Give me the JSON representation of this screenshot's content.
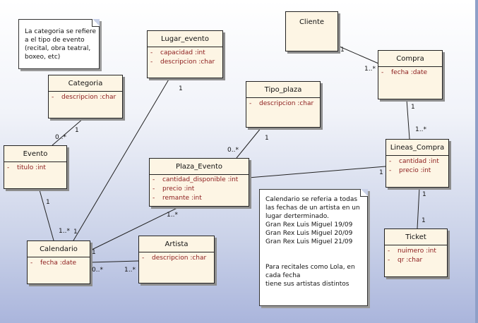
{
  "classes": {
    "cliente": {
      "name": "Cliente",
      "attributes": []
    },
    "compra": {
      "name": "Compra",
      "attributes": [
        {
          "vis": "-",
          "text": "fecha  :date"
        }
      ]
    },
    "lugar_evento": {
      "name": "Lugar_evento",
      "attributes": [
        {
          "vis": "-",
          "text": "capacidad  :int"
        },
        {
          "vis": "-",
          "text": "descripcion  :char"
        }
      ]
    },
    "categoria": {
      "name": "Categoria",
      "attributes": [
        {
          "vis": "-",
          "text": "descripcion  :char"
        }
      ]
    },
    "tipo_plaza": {
      "name": "Tipo_plaza",
      "attributes": [
        {
          "vis": "-",
          "text": "descripcion  :char"
        }
      ]
    },
    "evento": {
      "name": "Evento",
      "attributes": [
        {
          "vis": "-",
          "text": "titulo  :int"
        }
      ]
    },
    "plaza_evento": {
      "name": "Plaza_Evento",
      "attributes": [
        {
          "vis": "-",
          "text": "cantidad_disponible  :int"
        },
        {
          "vis": "-",
          "text": "precio  :int"
        },
        {
          "vis": "-",
          "text": "remante  :int"
        }
      ]
    },
    "lineas_compra": {
      "name": "Lineas_Compra",
      "attributes": [
        {
          "vis": "-",
          "text": "cantidad  :int"
        },
        {
          "vis": "-",
          "text": "precio  :int"
        }
      ]
    },
    "calendario": {
      "name": "Calendario",
      "attributes": [
        {
          "vis": "-",
          "text": "fecha  :date"
        }
      ]
    },
    "artista": {
      "name": "Artista",
      "attributes": [
        {
          "vis": "-",
          "text": "descripcion  :char"
        }
      ]
    },
    "ticket": {
      "name": "Ticket",
      "attributes": [
        {
          "vis": "-",
          "text": "nuimero  :int"
        },
        {
          "vis": "-",
          "text": "qr  :char"
        }
      ]
    }
  },
  "notes": {
    "categoria_note": [
      "La categoria se refiere",
      "a el tipo de evento",
      "(recital, obra teatral,",
      "boxeo, etc)"
    ],
    "calendario_note": [
      "Calendario se referia a todas",
      "las fechas de un artista en un",
      "lugar derterminado.",
      "Gran Rex Luis Miguel 19/09",
      "Gran Rex Luis Miguel 20/09",
      "Gran Rex Luis Miguel 21/09",
      "",
      "",
      "Para recitales como Lola, en",
      "cada fecha",
      "tiene sus artistas distintos"
    ]
  },
  "multiplicities": {
    "cliente_compra_a": "1",
    "cliente_compra_b": "1..*",
    "compra_lineas_a": "1",
    "compra_lineas_b": "1..*",
    "categoria_evento_a": "1",
    "categoria_evento_b": "0..*",
    "tipo_plaza_a": "1",
    "tipo_plaza_b": "0..*",
    "lugar_cal_a": "1",
    "lugar_cal_b": "1",
    "evento_cal_a": "1",
    "evento_cal_b": "1..*",
    "plaza_lineas": "1",
    "plaza_cal_a": "1..*",
    "plaza_cal_b": "1",
    "artista_cal_a": "0..*",
    "artista_cal_b": "1..*",
    "lineas_ticket": "1",
    "ticket_lineas": "1"
  }
}
